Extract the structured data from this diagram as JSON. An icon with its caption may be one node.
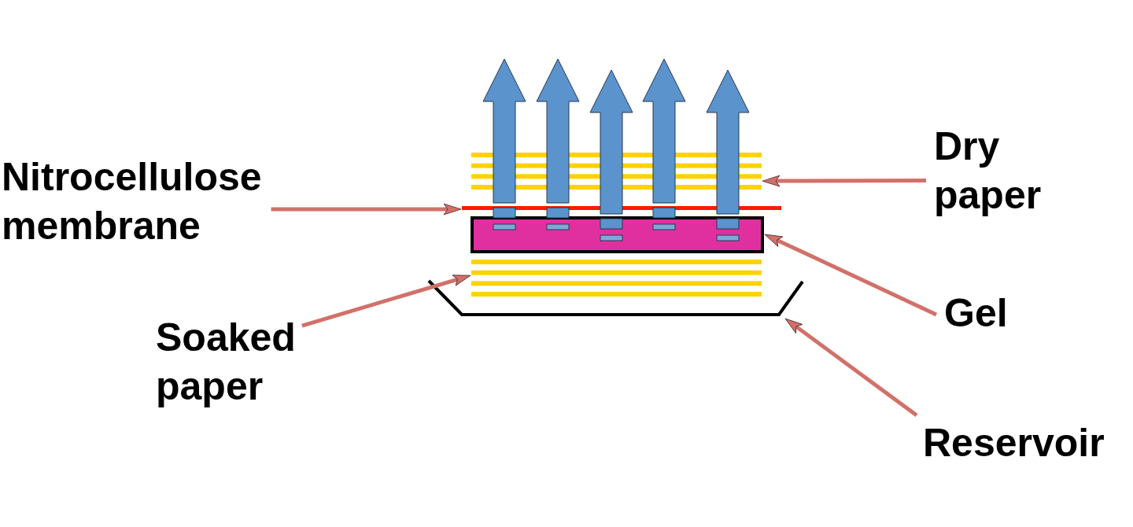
{
  "diagram": {
    "nodes": [
      {
        "text": [
          "Dry paper"
        ]
      },
      {
        "text": [
          "Nitrocellulose membrane"
        ]
      },
      {
        "text": [],
        "shape": "stack"
      },
      {
        "text": [],
        "shape": "bar"
      },
      {
        "text": [],
        "shape": "box"
      },
      {
        "text": [],
        "shape": "stack"
      },
      {
        "text": [],
        "shape": "tray"
      },
      {
        "text": [
          "Gel"
        ]
      },
      {
        "text": [
          "Soaked paper"
        ]
      },
      {
        "text": [
          "Reservoir"
        ]
      }
    ],
    "edges": [
      {
        "from": 0,
        "to": 2,
        "arrow": "to"
      },
      {
        "from": 1,
        "to": 3,
        "arrow": "to"
      },
      {
        "from": 7,
        "to": 4,
        "arrow": "to"
      },
      {
        "from": 8,
        "to": 5,
        "arrow": "to"
      },
      {
        "from": 9,
        "to": 6,
        "arrow": "to"
      }
    ]
  }
}
